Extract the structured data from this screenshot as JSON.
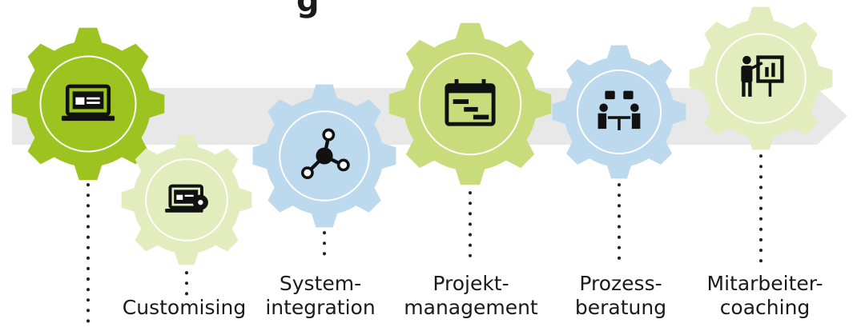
{
  "title_fragment": "g",
  "colors": {
    "arrow": "#e8e8e8",
    "dots": "#222222",
    "icon": "#111111",
    "green_dark": "#9cc31f",
    "green_mid": "#c8dc7c",
    "green_light": "#e2ecbd",
    "blue_light": "#bcd9ee",
    "ring": "#ffffff"
  },
  "steps": [
    {
      "id": "step-1",
      "label_lines": [],
      "icon": "laptop-browser-icon",
      "color": "green_dark"
    },
    {
      "id": "step-2",
      "label_lines": [
        "Customising"
      ],
      "icon": "laptop-settings-icon",
      "color": "green_light"
    },
    {
      "id": "step-3",
      "label_lines": [
        "System-",
        "integration"
      ],
      "icon": "network-nodes-icon",
      "color": "blue_light"
    },
    {
      "id": "step-4",
      "label_lines": [
        "Projekt-",
        "management"
      ],
      "icon": "calendar-gantt-icon",
      "color": "green_mid"
    },
    {
      "id": "step-5",
      "label_lines": [
        "Prozess-",
        "beratung"
      ],
      "icon": "meeting-table-icon",
      "color": "blue_light"
    },
    {
      "id": "step-6",
      "label_lines": [
        "Mitarbeiter-",
        "coaching"
      ],
      "icon": "presenter-board-icon",
      "color": "green_light"
    }
  ]
}
